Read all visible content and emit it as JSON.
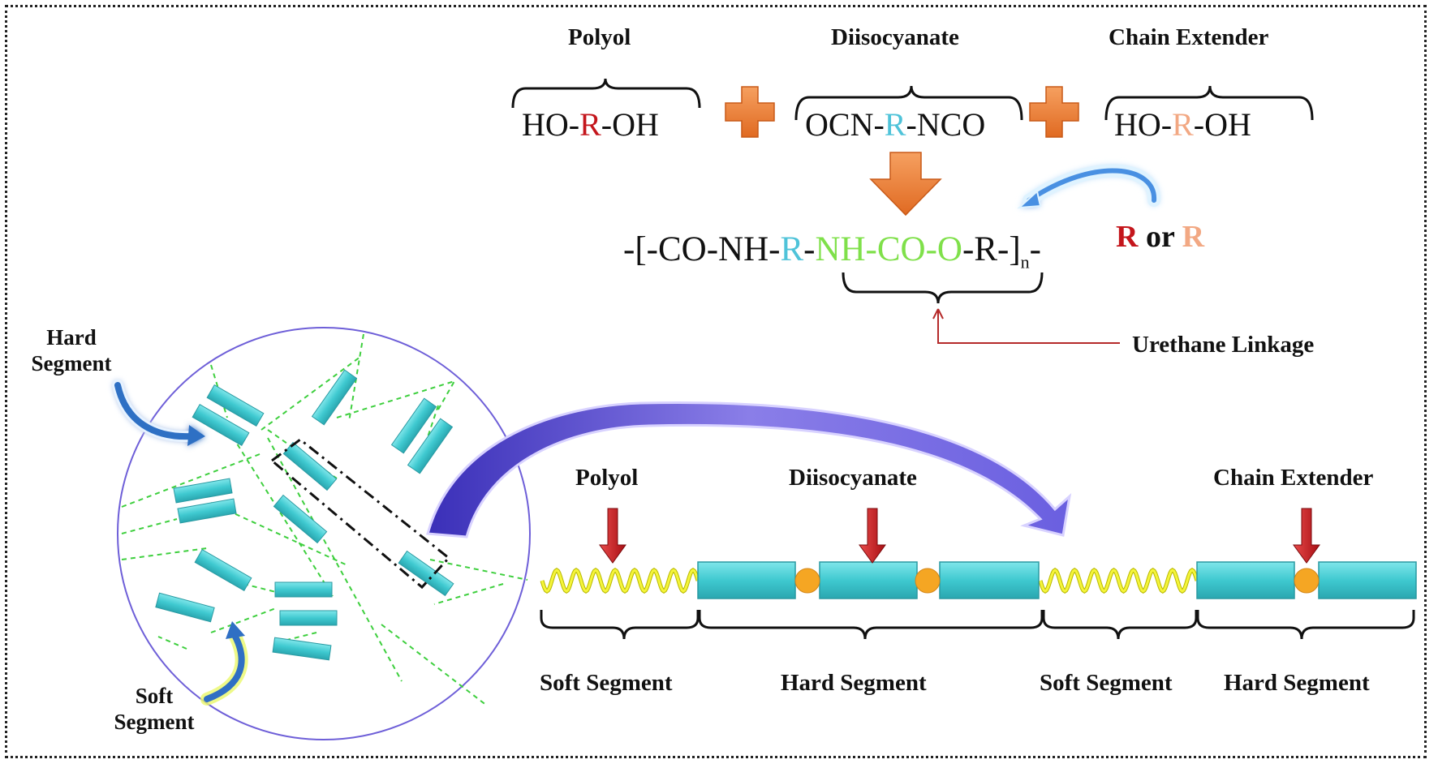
{
  "reaction": {
    "polyol_label": "Polyol",
    "diisocyanate_label": "Diisocyanate",
    "chain_extender_label": "Chain Extender",
    "polyol_formula": {
      "pre": "HO-",
      "r": "R",
      "post": "-OH"
    },
    "diisocyanate_formula": {
      "pre": "OCN-",
      "r": "R",
      "post": "-NCO"
    },
    "chain_extender_formula": {
      "pre": "HO-",
      "r": "R",
      "post": "-OH"
    },
    "product": {
      "p1": "-[-CO-NH-",
      "r1": "R",
      "p2": "-",
      "urethane": "NH-CO-O",
      "p3": "-R-]",
      "sub": "n",
      "p4": "-"
    },
    "r_or_r": {
      "r1": "R",
      "or": " or ",
      "r2": "R"
    },
    "urethane_linkage_label": "Urethane Linkage"
  },
  "morphology": {
    "hard_segment_label": "Hard Segment",
    "soft_segment_label": "Soft Segment"
  },
  "chain": {
    "top_labels": [
      "Polyol",
      "Diisocyanate",
      "Chain Extender"
    ],
    "bottom_labels": [
      "Soft Segment",
      "Hard Segment",
      "Soft Segment",
      "Hard Segment"
    ]
  },
  "colors": {
    "r_polyol": "#c4161c",
    "r_diisocyanate": "#4fc3d9",
    "r_chain_extender": "#f2a883",
    "urethane": "#7fe04a",
    "plus": "#f08a3c",
    "hard_block": "#45d0d6",
    "soft_spring": "#f2f23a",
    "joint": "#f5a623",
    "arrow_red": "#c0161c",
    "swoosh": "#5a4fcf"
  }
}
